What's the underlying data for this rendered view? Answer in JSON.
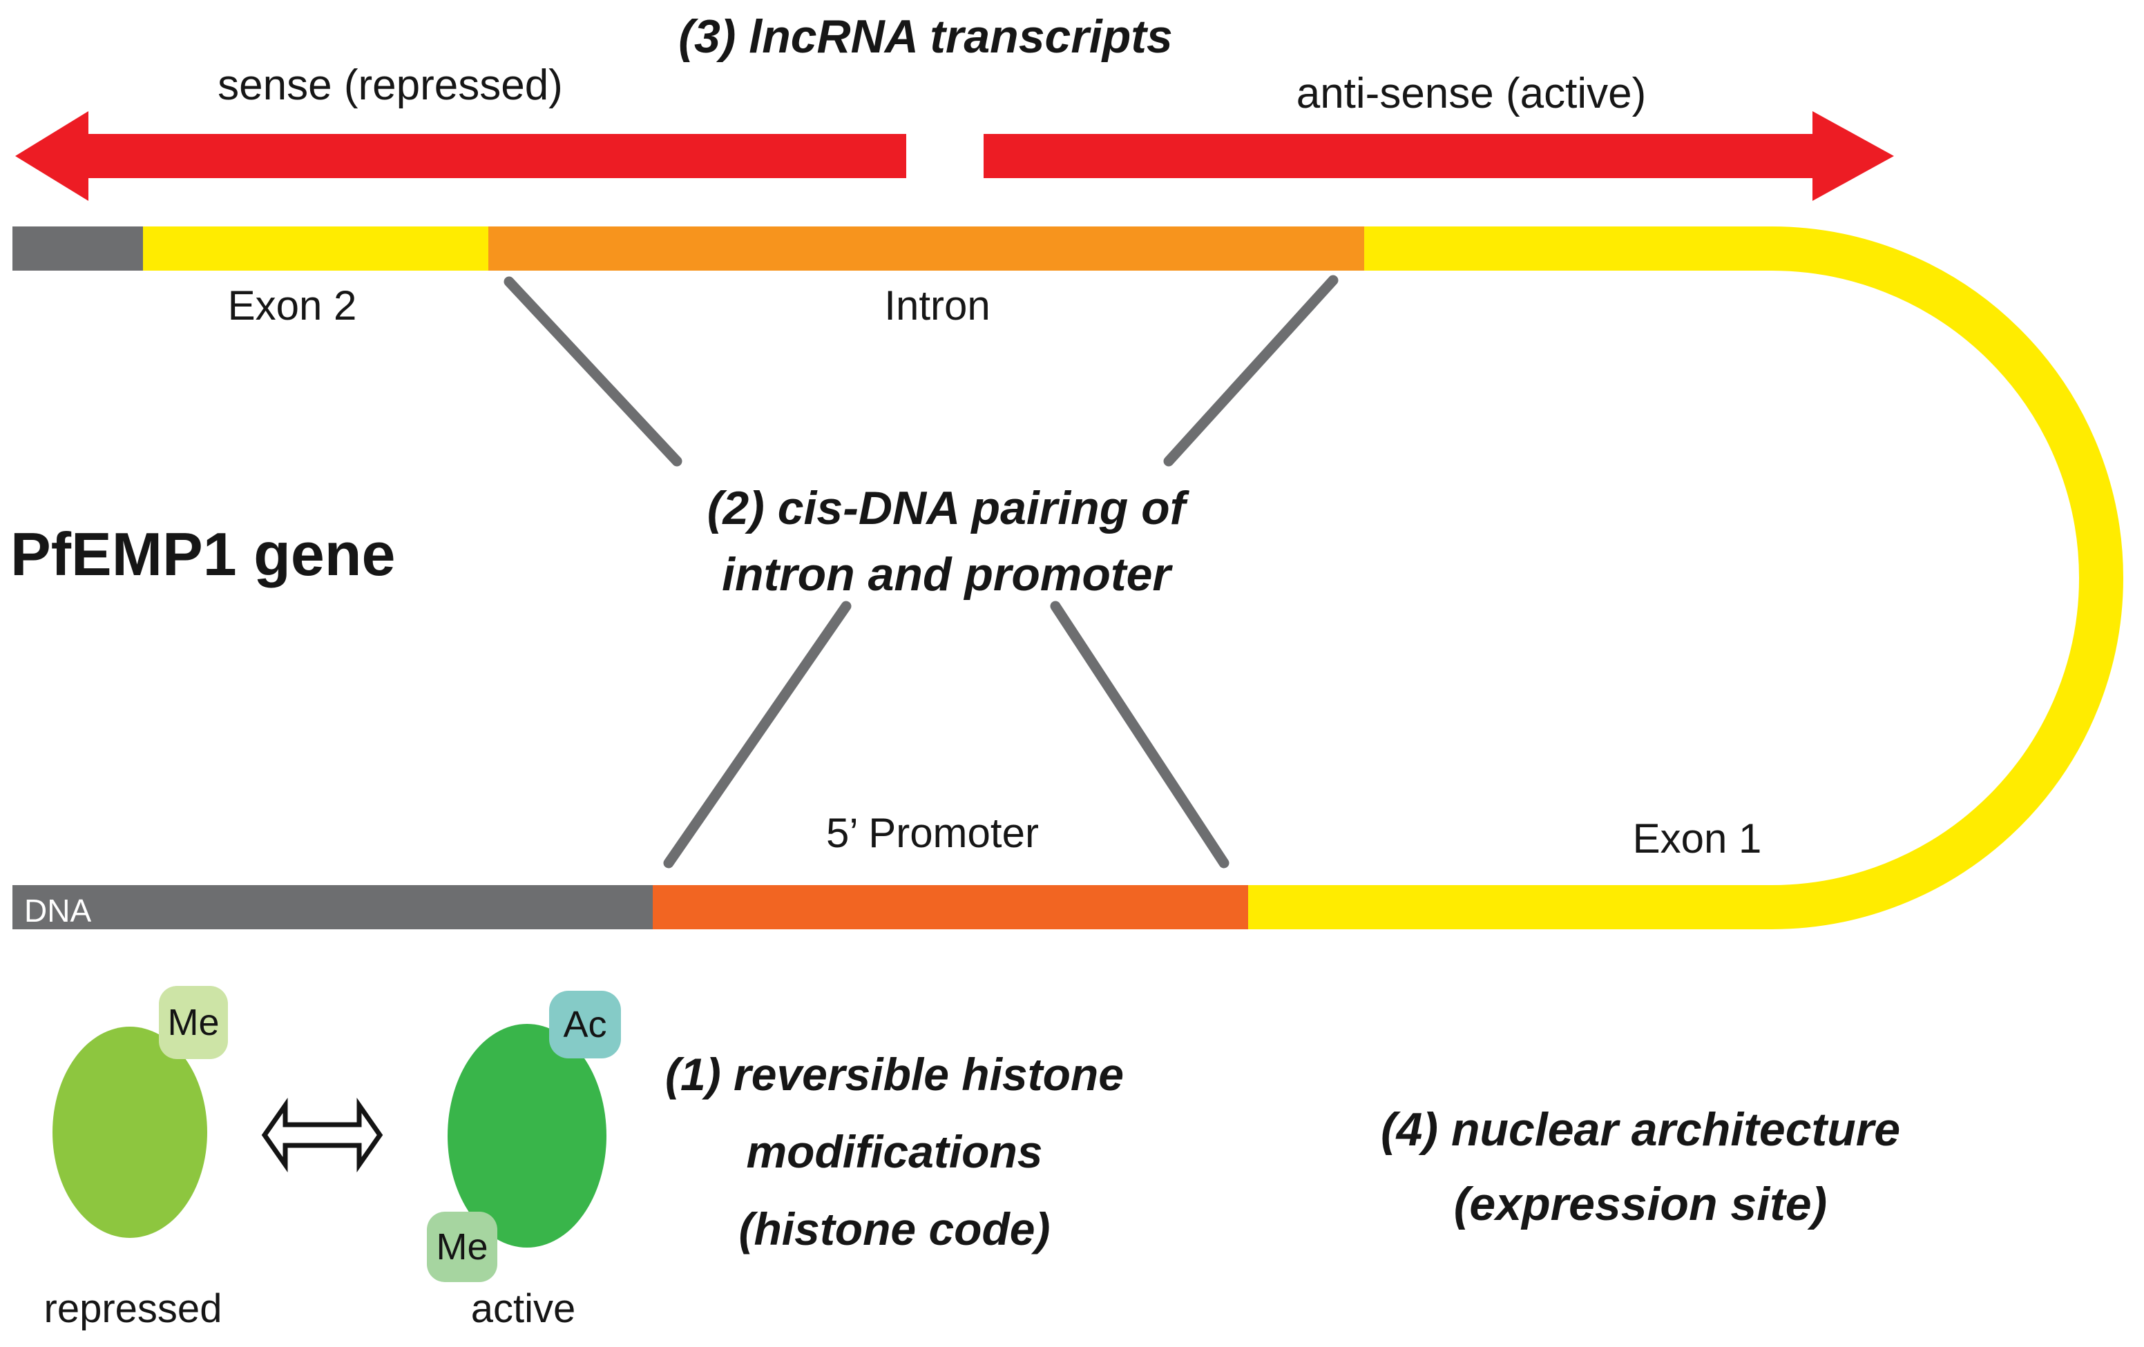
{
  "title": "(3) lncRNA transcripts",
  "transcripts": {
    "sense_label": "sense (repressed)",
    "antisense_label": "anti-sense (active)"
  },
  "gene": {
    "name_label": "PfEMP1 gene",
    "top_strand": {
      "exon2_label": "Exon 2",
      "intron_label": "Intron"
    },
    "bottom_strand": {
      "dna_label": "DNA",
      "promoter_label": "5’ Promoter",
      "exon1_label": "Exon 1"
    }
  },
  "annotations": {
    "pairing": {
      "line1": "(2) cis-DNA pairing of",
      "line2": "intron and promoter"
    },
    "histone": {
      "line1": "(1) reversible histone",
      "line2": "modifications",
      "line3": "(histone code)"
    },
    "nuclear": {
      "line1": "(4) nuclear architecture",
      "line2": "(expression site)"
    }
  },
  "histones": {
    "me_top_label": "Me",
    "ac_label": "Ac",
    "me_bottom_label": "Me",
    "repressed_label": "repressed",
    "active_label": "active"
  },
  "colors": {
    "red": "#ed1c24",
    "yellow": "#ffec00",
    "orange_intron": "#f7941d",
    "orange_promoter": "#f26522",
    "gray": "#6d6e70",
    "green_repressed": "#8dc63f",
    "green_active": "#39b54a",
    "badge_me_light": "#cde4a6",
    "badge_me_green": "#a6d5a0",
    "badge_ac_teal": "#85cbc7"
  }
}
